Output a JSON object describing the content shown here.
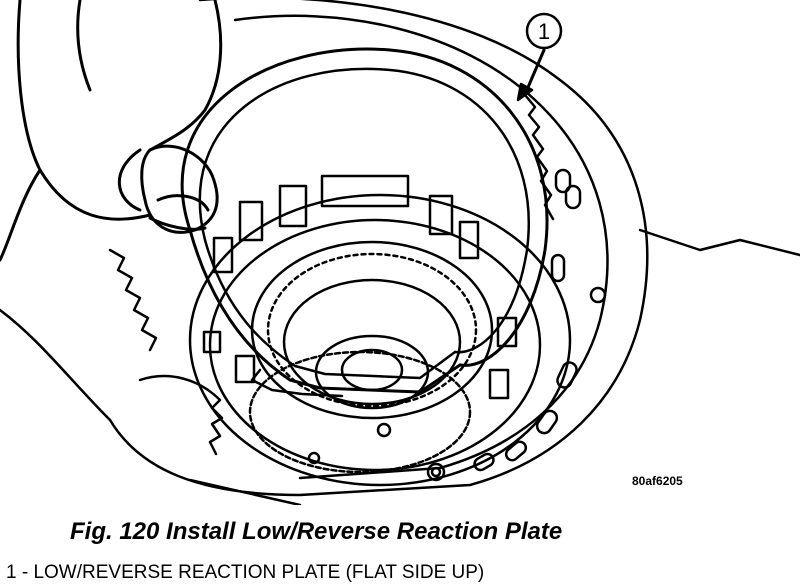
{
  "callout": {
    "number": "1"
  },
  "figure_id": "80af6205",
  "caption": "Fig. 120 Install Low/Reverse Reaction Plate",
  "legend": [
    {
      "label": "1 - LOW/REVERSE REACTION PLATE (FLAT SIDE UP)"
    }
  ]
}
